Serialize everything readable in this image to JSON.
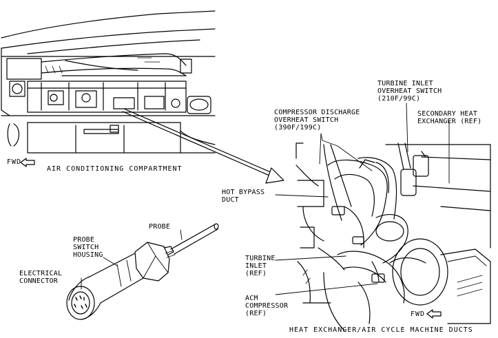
{
  "labels": {
    "fwd_top": "FWD",
    "compartment_caption": "AIR CONDITIONING COMPARTMENT",
    "probe": "PROBE",
    "probe_switch_housing": [
      "PROBE",
      "SWITCH",
      "HOUSING"
    ],
    "electrical_connector": [
      "ELECTRICAL",
      "CONNECTOR"
    ],
    "turbine_inlet_overheat": [
      "TURBINE INLET",
      "OVERHEAT SWITCH",
      "(210F/99C)"
    ],
    "compressor_discharge_overheat": [
      "COMPRESSOR DISCHARGE",
      "OVERHEAT SWITCH",
      "(390F/199C)"
    ],
    "secondary_heat_exchanger": [
      "SECONDARY HEAT",
      "EXCHANGER (REF)"
    ],
    "hot_bypass_duct": [
      "HOT BYPASS",
      "DUCT"
    ],
    "turbine_inlet_ref": [
      "TURBINE",
      "INLET",
      "(REF)"
    ],
    "acm_compressor_ref": [
      "ACM",
      "COMPRESSOR",
      "(REF)"
    ],
    "fwd_bottom": "FWD",
    "ducts_caption": "HEAT EXCHANGER/AIR CYCLE MACHINE DUCTS"
  }
}
